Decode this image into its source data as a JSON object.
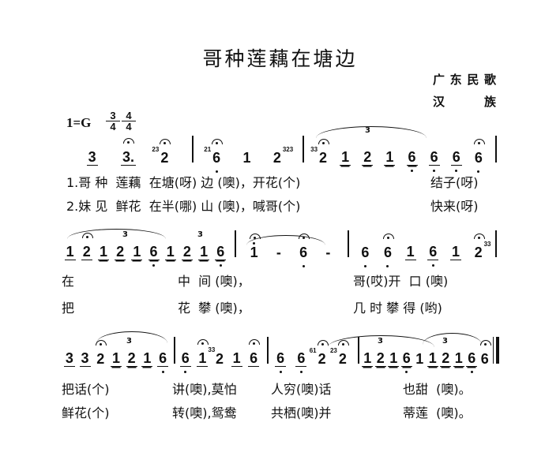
{
  "title": "哥种莲藕在塘边",
  "origin": "广东民歌",
  "ethnicity": "汉 族",
  "key": "1=G",
  "time_signatures": [
    {
      "num": "3",
      "den": "4"
    },
    {
      "num": "4",
      "den": "4"
    }
  ],
  "triplet_mark": "3",
  "systems": [
    {
      "measures": [
        [
          {
            "n": "3",
            "u": 1
          },
          {
            "n": "3.",
            "u": 1,
            "f": 1
          },
          {
            "n": "2",
            "f": 1,
            "g": "23",
            "gp": "pre"
          }
        ],
        [
          {
            "n": "6",
            "low": 1,
            "f": 1,
            "g": "21",
            "gp": "pre"
          },
          {
            "n": "1"
          },
          {
            "n": "2",
            "g": "323",
            "gp": "post"
          }
        ],
        [
          {
            "n": "2",
            "f": 1,
            "g": "33",
            "gp": "pre"
          },
          {
            "n": "1",
            "u": 2
          },
          {
            "n": "2",
            "u": 2
          },
          {
            "n": "1",
            "u": 2
          },
          {
            "n": "6",
            "u": 2,
            "low": 1
          },
          {
            "n": "6",
            "u": 1,
            "low": 1
          },
          {
            "n": "6",
            "u": 1,
            "low": 1
          },
          {
            "n": "6",
            "low": 1,
            "f": 1
          }
        ]
      ],
      "lyrics": [
        [
          "1.哥 种  莲藕  在塘(呀) 边 (噢)，开花(个)",
          "结子(呀)"
        ],
        [
          "2.妹 见  鲜花  在半(哪) 山 (噢)，喊哥(个)",
          "快来(呀)"
        ]
      ]
    },
    {
      "measures": [
        [
          {
            "n": "1",
            "u": 1
          },
          {
            "n": "2",
            "u": 1,
            "f": 1
          },
          {
            "n": "1",
            "u": 2
          },
          {
            "n": "2",
            "u": 2
          },
          {
            "n": "1",
            "u": 2
          },
          {
            "n": "6",
            "u": 2,
            "low": 1
          },
          {
            "n": "1",
            "u": 2
          },
          {
            "n": "2",
            "u": 2
          },
          {
            "n": "1",
            "u": 2
          },
          {
            "n": "6",
            "u": 2,
            "low": 1
          }
        ],
        [
          {
            "n": "1",
            "high": 1,
            "f": 1
          },
          {
            "n": "-"
          },
          {
            "n": "6",
            "low": 1,
            "f": 1
          },
          {
            "n": "-"
          }
        ],
        [
          {
            "n": "6",
            "low": 1
          },
          {
            "n": "6",
            "low": 1,
            "f": 1
          },
          {
            "n": "1",
            "u": 1
          },
          {
            "n": "6",
            "u": 1,
            "low": 1
          },
          {
            "n": "1",
            "u": 1
          },
          {
            "n": "2",
            "f": 1,
            "g": "33",
            "gp": "post"
          }
        ]
      ],
      "lyrics": [
        [
          "在",
          "中  间 (噢)，",
          "哥(哎)开  口 (噢)"
        ],
        [
          "把",
          "花  攀 (噢)，",
          "几 时 攀 得 (哟)"
        ]
      ]
    },
    {
      "measures": [
        [
          {
            "n": "3",
            "u": 1
          },
          {
            "n": "3",
            "u": 1
          },
          {
            "n": "2",
            "f": 1
          },
          {
            "n": "1",
            "u": 2
          },
          {
            "n": "2",
            "u": 2
          },
          {
            "n": "1",
            "u": 2
          },
          {
            "n": "6",
            "u": 1,
            "low": 1
          }
        ],
        [
          {
            "n": "6",
            "u": 1,
            "low": 1
          },
          {
            "n": "1",
            "u": 1,
            "f": 1,
            "g": "33",
            "gp": "post"
          },
          {
            "n": "2"
          },
          {
            "n": "1",
            "u": 1
          },
          {
            "n": "6",
            "u": 1,
            "f": 1
          }
        ],
        [
          {
            "n": "6",
            "u": 1,
            "low": 1
          },
          {
            "n": "6",
            "u": 1,
            "low": 1
          },
          {
            "n": "2",
            "f": 1,
            "g": "61",
            "gp": "pre"
          },
          {
            "n": "2",
            "f": 1,
            "g": "23",
            "gp": "pre"
          }
        ],
        [
          {
            "n": "1",
            "u": 2
          },
          {
            "n": "2",
            "u": 2
          },
          {
            "n": "1",
            "u": 2
          },
          {
            "n": "6",
            "u": 2,
            "low": 1
          },
          {
            "n": "1"
          },
          {
            "n": "1",
            "u": 2
          },
          {
            "n": "2",
            "u": 2
          },
          {
            "n": "1",
            "u": 2
          },
          {
            "n": "6",
            "u": 2,
            "low": 1
          },
          {
            "n": "6",
            "f": 1
          }
        ]
      ],
      "lyrics": [
        [
          "把话(个)",
          "讲(噢),莫怕",
          "人穷(噢)话",
          "也甜  (噢)。"
        ],
        [
          "鲜花(个)",
          "转(噢),鸳鸯",
          "共栖(噢)并",
          "蒂莲  (噢)。"
        ]
      ]
    }
  ]
}
